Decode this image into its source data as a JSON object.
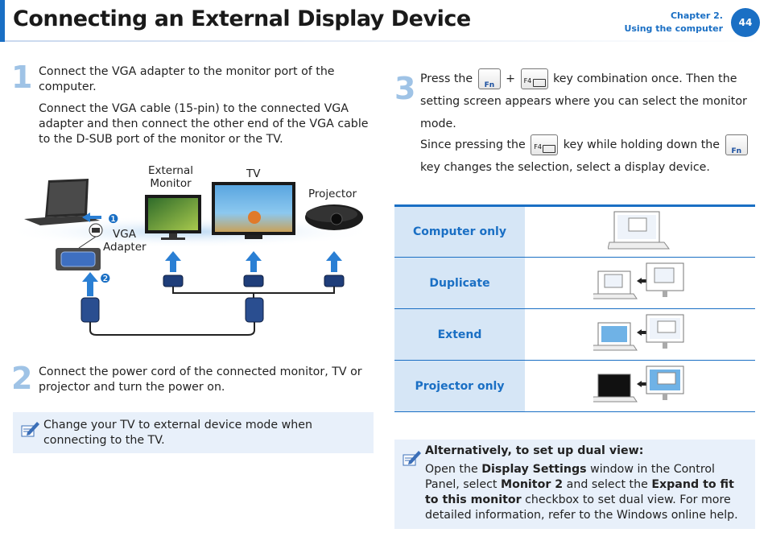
{
  "header": {
    "title": "Connecting an External Display Device",
    "chapter_line1": "Chapter 2.",
    "chapter_line2": "Using the computer",
    "page_number": "44"
  },
  "step1": {
    "number": "1",
    "para1": "Connect the VGA adapter to the monitor port of the computer.",
    "para2": "Connect the VGA cable (15-pin) to the connected VGA adapter and then connect the other end of the VGA cable to the D-SUB port of the monitor or the TV."
  },
  "diagram": {
    "external_monitor_l1": "External",
    "external_monitor_l2": "Monitor",
    "tv": "TV",
    "projector": "Projector",
    "vga_l1": "VGA",
    "vga_l2": "Adapter",
    "marker1": "❶",
    "marker2": "❷"
  },
  "step2": {
    "number": "2",
    "text": "Connect the power cord of the connected monitor, TV or projector and turn the power on."
  },
  "note1": {
    "text": "Change your TV to external device mode when connecting to the TV."
  },
  "step3": {
    "number": "3",
    "press": "Press the",
    "plus": "+",
    "after_keys": "key combination once. Then the setting screen appears where you can select the monitor mode.",
    "since": "Since pressing the",
    "while_holding": "key while holding down the",
    "key_end": "key changes the selection, select a display device."
  },
  "modes": [
    {
      "label": "Computer only"
    },
    {
      "label": "Duplicate"
    },
    {
      "label": "Extend"
    },
    {
      "label": "Projector only"
    }
  ],
  "note2": {
    "title": "Alternatively, to set up dual view:",
    "t1": "Open the ",
    "b1": "Display Settings",
    "t2": " window in the Control Panel, select ",
    "b2": "Monitor 2",
    "t3": " and select the ",
    "b3": "Expand to fit to this monitor",
    "t4": " checkbox to set dual view. For more detailed information, refer to the Windows online help."
  },
  "colors": {
    "accent": "#1a6fc4",
    "step_number": "#9fc3e6",
    "note_bg": "#e8f0fa",
    "table_label_bg": "#d6e6f6"
  }
}
